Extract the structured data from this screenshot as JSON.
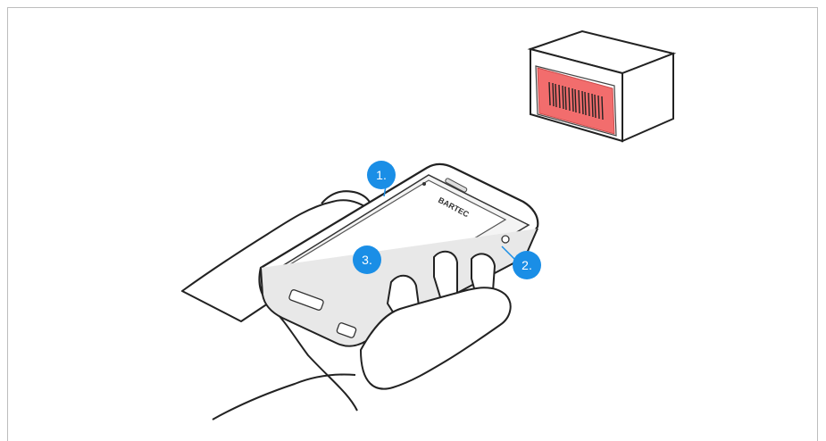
{
  "device": {
    "brand_label": "BARTEC"
  },
  "callouts": [
    {
      "label": "1."
    },
    {
      "label": "2."
    },
    {
      "label": "3."
    }
  ],
  "colors": {
    "callout": "#1a8ee6",
    "barcode_label": "#f26d6d",
    "frame": "#bdbdbd"
  }
}
